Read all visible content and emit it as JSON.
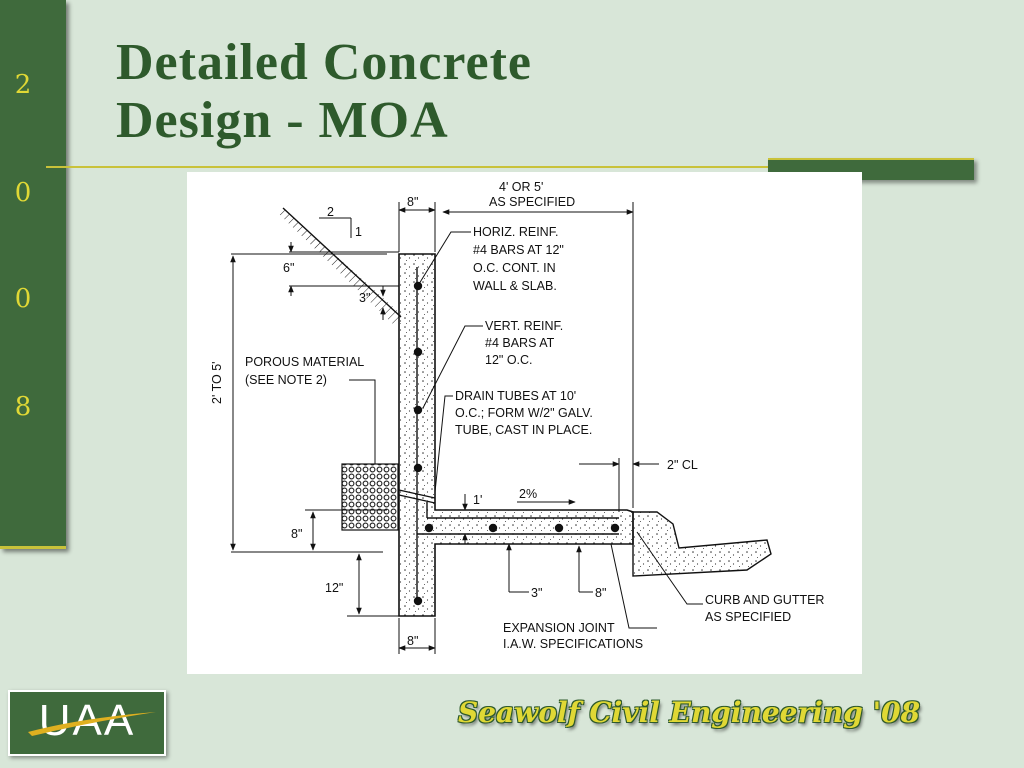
{
  "slide": {
    "title_line1": "Detailed Concrete",
    "title_line2": "Design - MOA",
    "side_digits": [
      "2",
      "0",
      "0",
      "8"
    ],
    "logo_text": "UAA",
    "footer": "Seawolf Civil Engineering '08"
  },
  "drawing": {
    "width_top_label": "4' OR 5'",
    "width_top_sub": "AS SPECIFIED",
    "wall_thickness_top": "8\"",
    "wall_thickness_bottom": "8\"",
    "slope_run": "2",
    "slope_rise": "1",
    "dim_6in": "6\"",
    "dim_3in_top": "3\"",
    "height_label": "2' TO 5'",
    "dim_8in_left": "8\"",
    "dim_12in": "12\"",
    "dim_1ft": "1'",
    "slope_pct": "2%",
    "dim_3in_bottom": "3\"",
    "dim_8in_slab": "8\"",
    "dim_2in_cl": "2\" CL",
    "notes": {
      "horiz": [
        "HORIZ. REINF.",
        "#4 BARS AT 12\"",
        "O.C. CONT. IN",
        "WALL & SLAB."
      ],
      "vert": [
        "VERT. REINF.",
        "#4 BARS AT",
        "12\" O.C."
      ],
      "drain": [
        "DRAIN TUBES AT  10'",
        "O.C.; FORM W/2\" GALV.",
        "TUBE, CAST IN PLACE."
      ],
      "porous": [
        "POROUS MATERIAL",
        "(SEE NOTE 2)"
      ],
      "curb": [
        "CURB AND GUTTER",
        "AS SPECIFIED"
      ],
      "joint": [
        "EXPANSION JOINT",
        "I.A.W. SPECIFICATIONS"
      ]
    }
  }
}
